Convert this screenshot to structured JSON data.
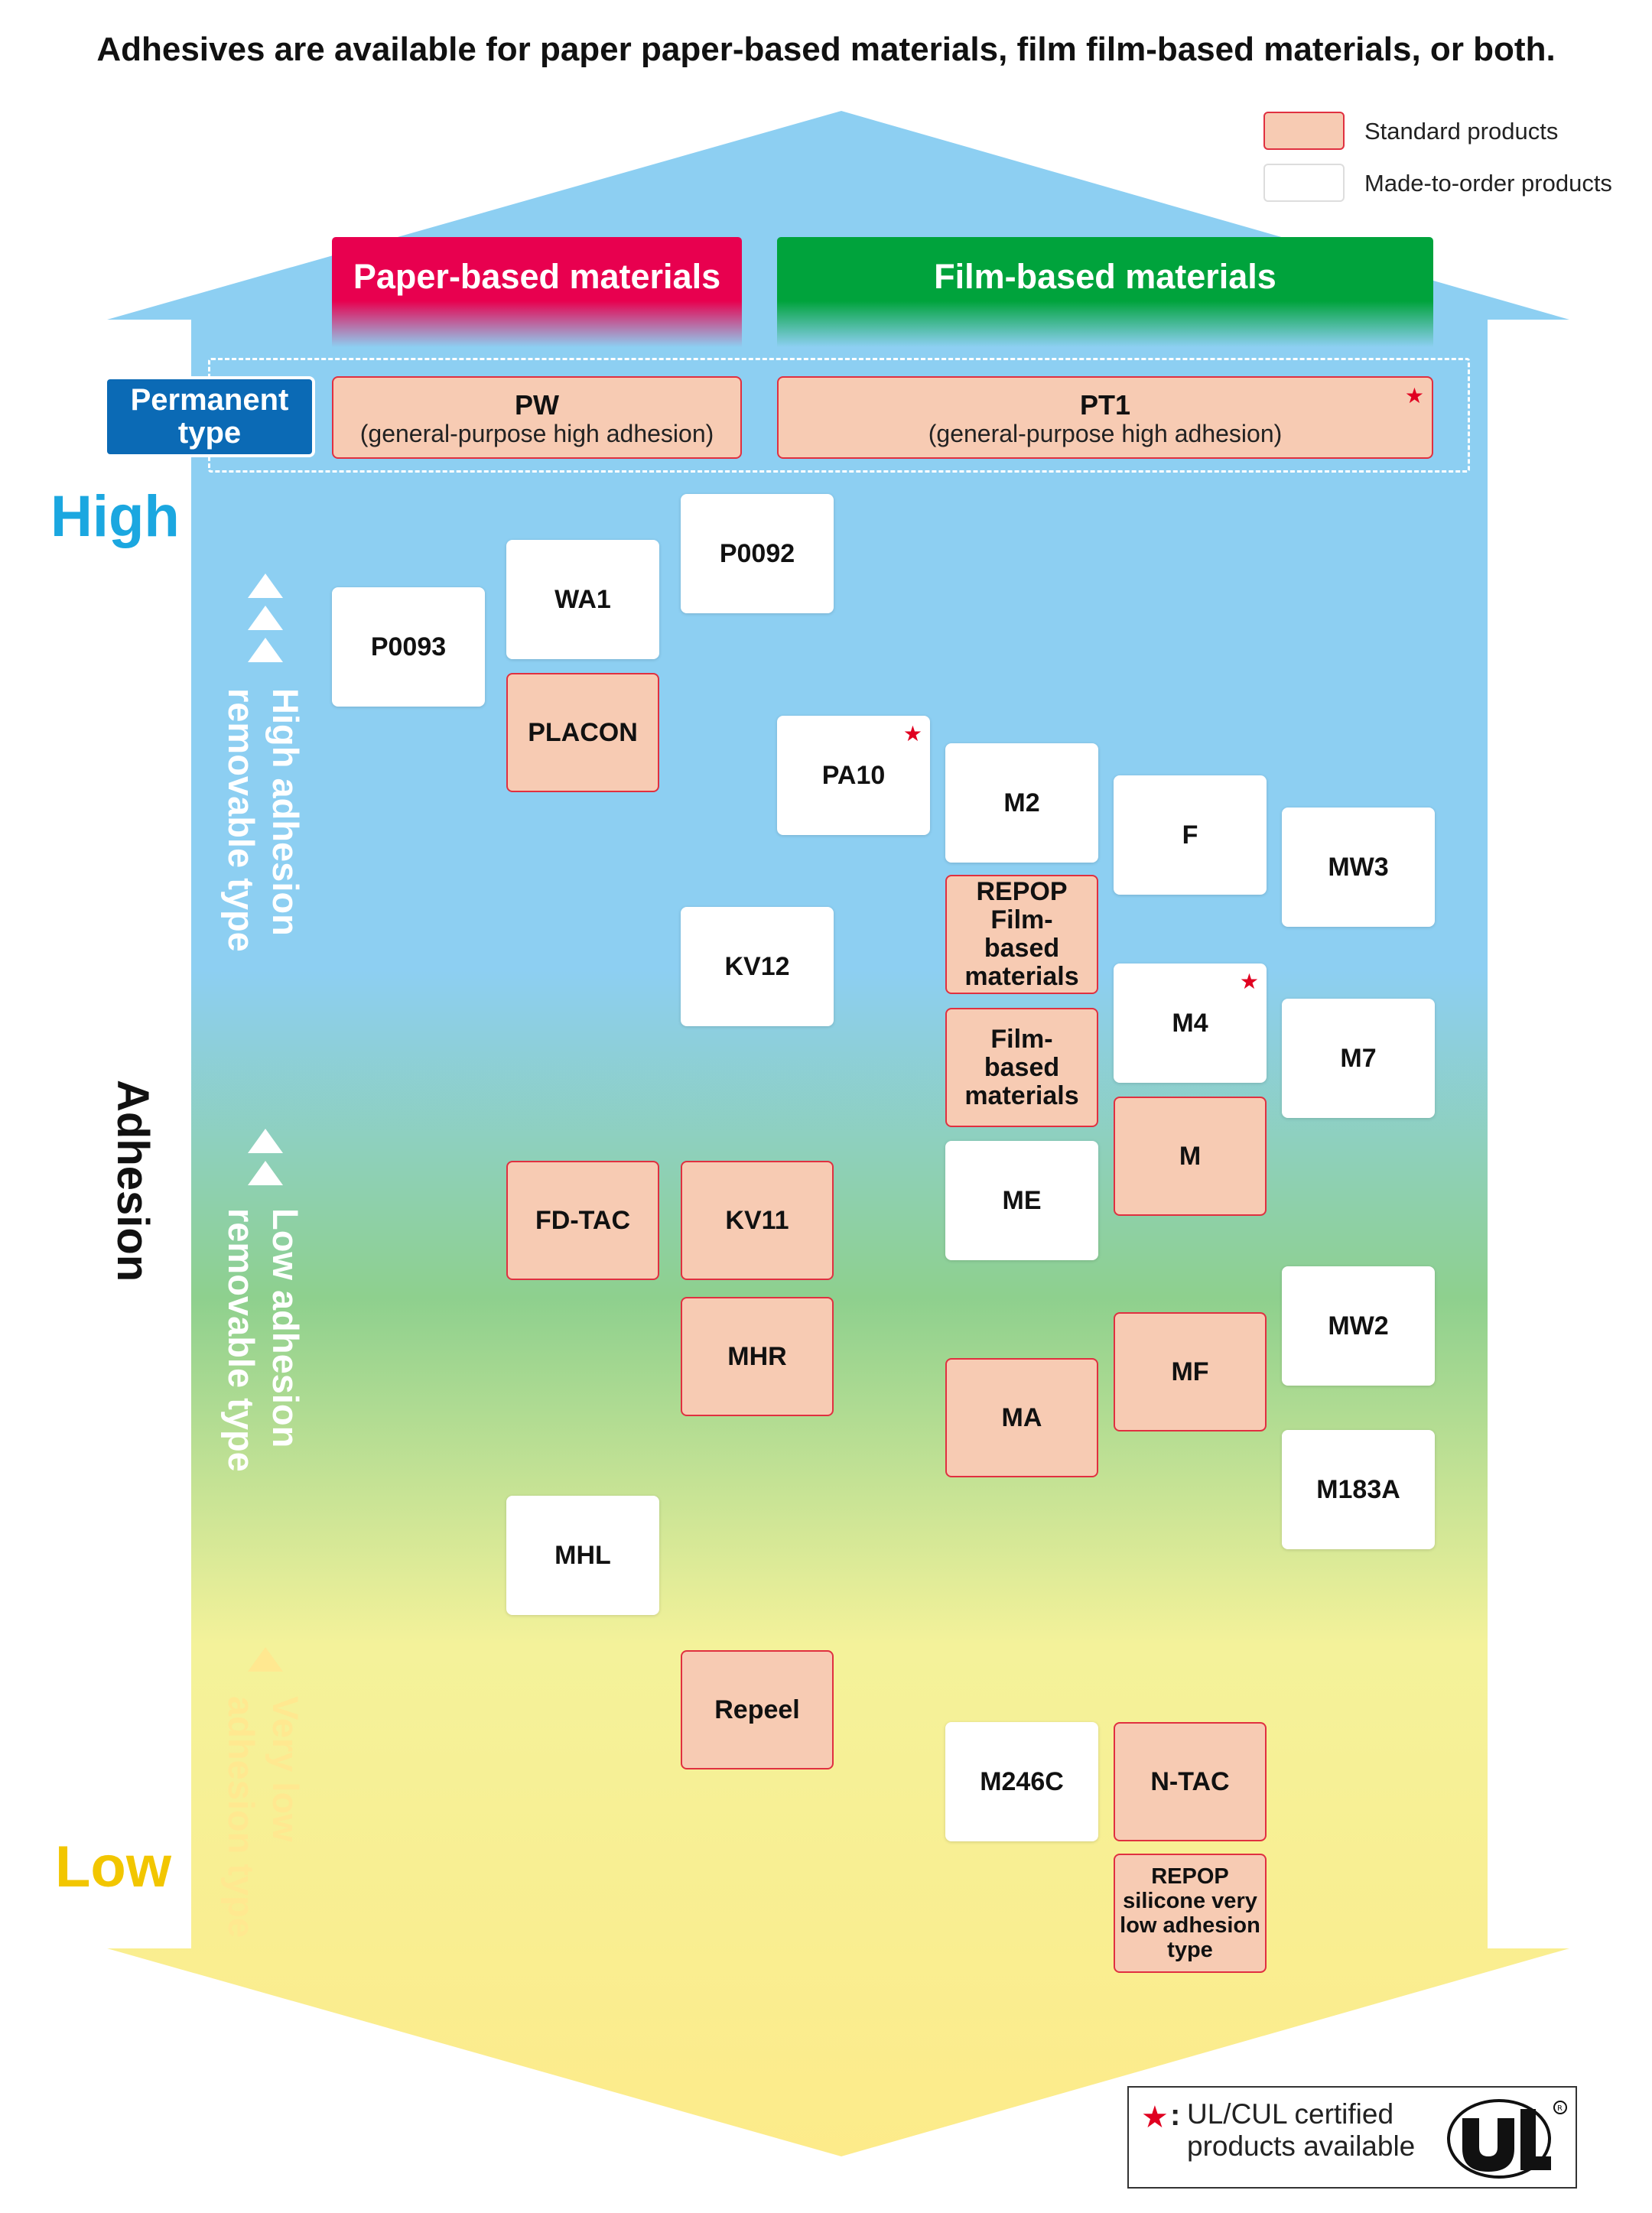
{
  "title": "Adhesives are available for paper paper-based materials, film film-based materials, or both.",
  "legend": {
    "standard": "Standard products",
    "made_to_order": "Made-to-order products"
  },
  "headers": {
    "paper": "Paper-based materials",
    "film": "Film-based materials"
  },
  "permanent": {
    "label_line1": "Permanent",
    "label_line2": "type",
    "pw_name": "PW",
    "pw_sub": "(general-purpose high adhesion)",
    "pt1_name": "PT1",
    "pt1_sub": "(general-purpose high adhesion)",
    "star": "★"
  },
  "levels": {
    "high": "High",
    "low": "Low",
    "axis": "Adhesion"
  },
  "type_labels": {
    "high_removable": "High adhesion\nremovable type",
    "low_removable": "Low adhesion\nremovable type",
    "very_low": "Very low\nadhesion type"
  },
  "products": {
    "P0092": "P0092",
    "WA1": "WA1",
    "P0093": "P0093",
    "PLACON": "PLACON",
    "PA10": "PA10",
    "M2": "M2",
    "F": "F",
    "MW3": "MW3",
    "REPOP_FILM": "REPOP Film-based materials",
    "KV12": "KV12",
    "M4": "M4",
    "M7": "M7",
    "FILM_BASED": "Film-based materials",
    "M": "M",
    "FD_TAC": "FD-TAC",
    "KV11": "KV11",
    "ME": "ME",
    "MW2": "MW2",
    "MHR": "MHR",
    "MF": "MF",
    "MA": "MA",
    "M183A": "M183A",
    "MHL": "MHL",
    "Repeel": "Repeel",
    "M246C": "M246C",
    "N_TAC": "N-TAC",
    "REPOP_SILICONE": "REPOP silicone very low adhesion type"
  },
  "ul": {
    "star": "★",
    "colon": ":",
    "text": "UL/CUL certified\nproducts available",
    "logo_alt": "UL"
  },
  "colors": {
    "arrow_top": "#8dcff2",
    "arrow_bottom": "#fdeb8a",
    "arrow_mid": "#8ed08e",
    "standard_fill": "#f7cbb3",
    "standard_border": "#e03040",
    "paper_header": "#e8004f",
    "film_header": "#00a33c",
    "permanent_label": "#0b6ab5",
    "high_text": "#1ba7e0",
    "low_text": "#f2c600",
    "star": "#e00020"
  }
}
